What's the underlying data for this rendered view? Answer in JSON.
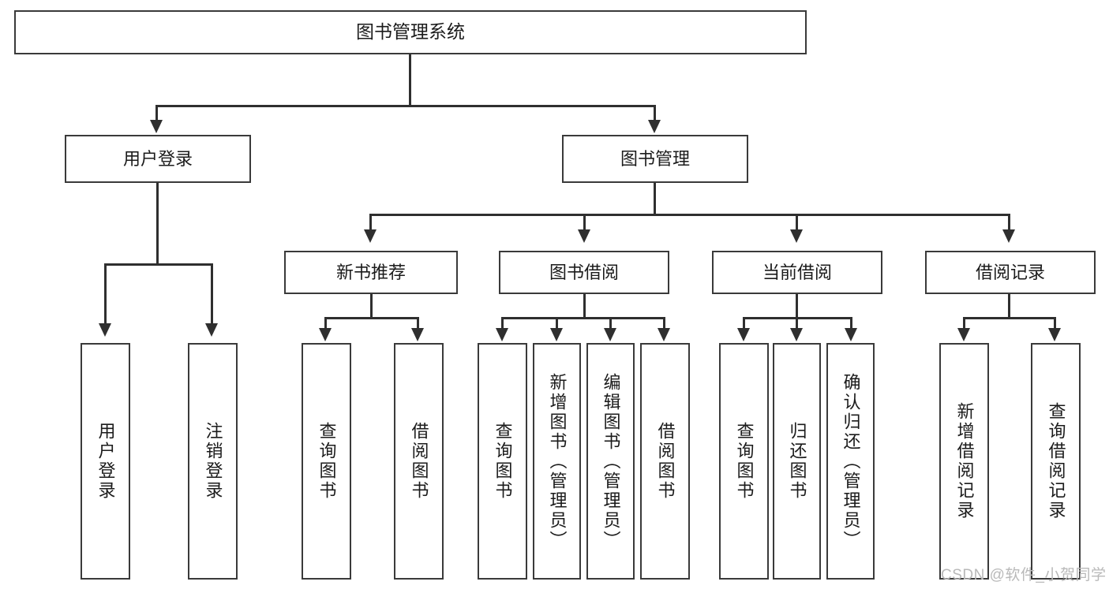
{
  "diagram": {
    "title": "图书管理系统",
    "watermark": "CSDN @软件_小贺同学",
    "colors": {
      "box_border": "#3a3a3a",
      "line": "#2f2f2f",
      "text": "#1b1b1b",
      "background": "#ffffff",
      "watermark": "#b9b9b9"
    },
    "root": {
      "label": "图书管理系统"
    },
    "level2": [
      {
        "label": "用户登录"
      },
      {
        "label": "图书管理"
      }
    ],
    "level3": [
      {
        "label": "新书推荐"
      },
      {
        "label": "图书借阅"
      },
      {
        "label": "当前借阅"
      },
      {
        "label": "借阅记录"
      }
    ],
    "leaves": {
      "user_login": [
        {
          "label": "用户登录"
        },
        {
          "label": "注销登录"
        }
      ],
      "new_book_recommend": [
        {
          "label": "查询图书"
        },
        {
          "label": "借阅图书"
        }
      ],
      "book_borrow": [
        {
          "label": "查询图书"
        },
        {
          "label": "新增图书（管理员）"
        },
        {
          "label": "编辑图书（管理员）"
        },
        {
          "label": "借阅图书"
        }
      ],
      "current_borrow": [
        {
          "label": "查询图书"
        },
        {
          "label": "归还图书"
        },
        {
          "label": "确认归还（管理员）"
        }
      ],
      "borrow_record": [
        {
          "label": "新增借阅记录"
        },
        {
          "label": "查询借阅记录"
        }
      ]
    }
  }
}
